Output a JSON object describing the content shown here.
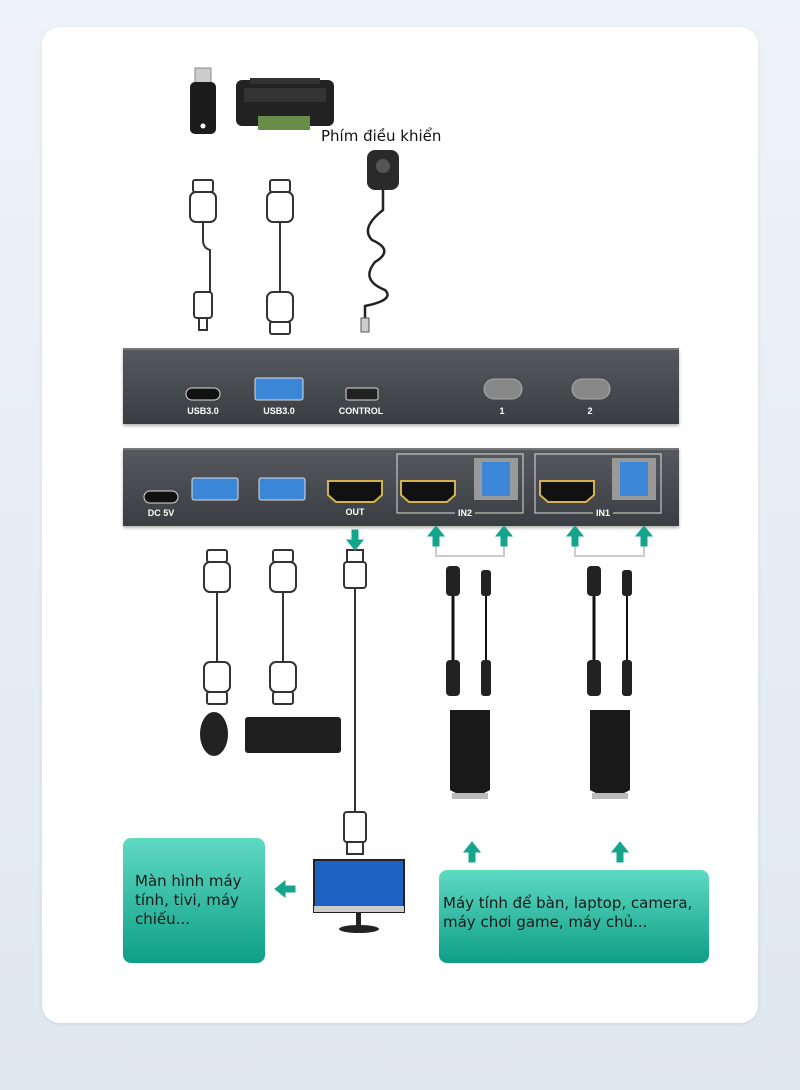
{
  "top_caption": "Phím điều khiển",
  "front_panel": {
    "ports": [
      "USB3.0",
      "USB3.0",
      "CONTROL"
    ],
    "buttons": [
      "1",
      "2"
    ]
  },
  "back_panel": {
    "ports": [
      "DC 5V",
      "OUT"
    ],
    "groups": [
      "IN2",
      "IN1"
    ]
  },
  "display_box": "Màn hình máy tính, tivi, máy chiếu...",
  "source_box": "Máy tính để bàn, laptop, camera, máy chơi game, máy chủ...",
  "colors": {
    "accent": "#14a58c",
    "panel": "#45484c",
    "usb_blue": "#3b86d6",
    "hdmi_gold": "#d4b24a"
  }
}
